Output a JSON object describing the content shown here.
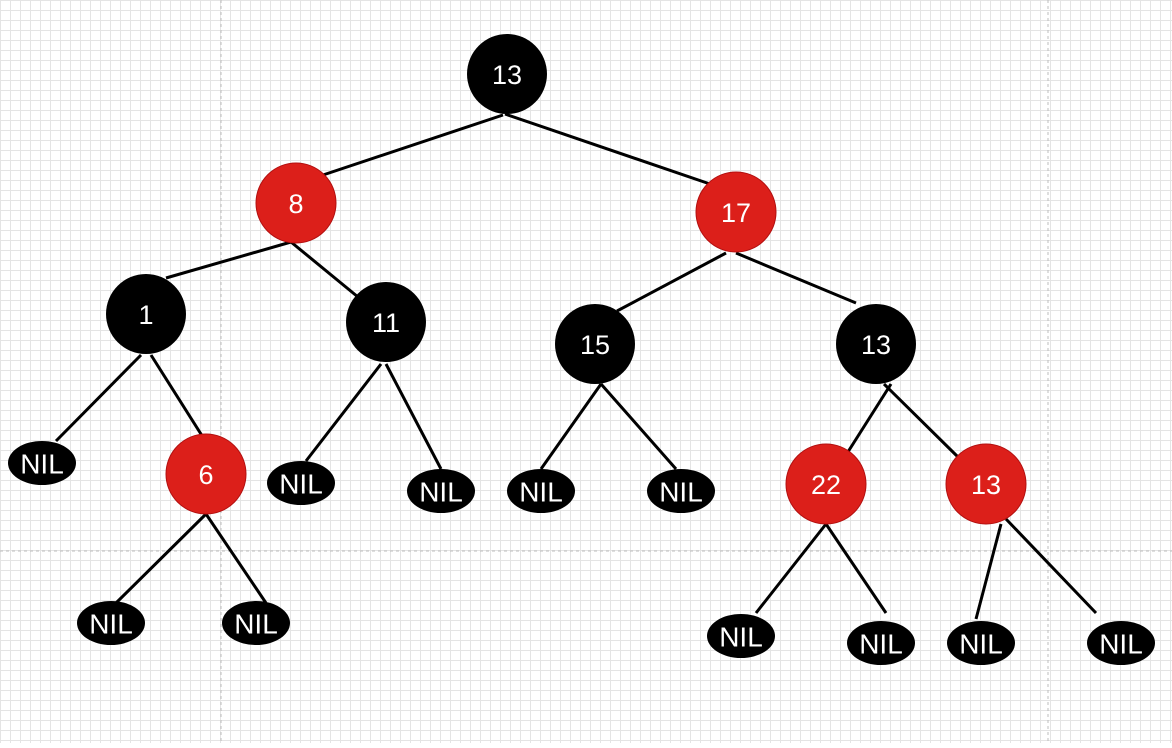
{
  "colors": {
    "black_node": "#000000",
    "red_node": "#dc1f1a",
    "red_node_border": "#b31010",
    "edge": "#000000",
    "label": "#ffffff",
    "grid": "#e4e4e4",
    "guide": "#bdbdbd"
  },
  "tree": {
    "nodes": [
      {
        "id": "n13-root",
        "label": "13",
        "color": "black",
        "kind": "node"
      },
      {
        "id": "n8",
        "label": "8",
        "color": "red",
        "kind": "node"
      },
      {
        "id": "n17",
        "label": "17",
        "color": "red",
        "kind": "node"
      },
      {
        "id": "n1",
        "label": "1",
        "color": "black",
        "kind": "node"
      },
      {
        "id": "n11",
        "label": "11",
        "color": "black",
        "kind": "node"
      },
      {
        "id": "n15",
        "label": "15",
        "color": "black",
        "kind": "node"
      },
      {
        "id": "n13-b",
        "label": "13",
        "color": "black",
        "kind": "node"
      },
      {
        "id": "n6",
        "label": "6",
        "color": "red",
        "kind": "node"
      },
      {
        "id": "n22",
        "label": "22",
        "color": "red",
        "kind": "node"
      },
      {
        "id": "n13-c",
        "label": "13",
        "color": "red",
        "kind": "node"
      },
      {
        "id": "nil-1",
        "label": "NIL",
        "color": "black",
        "kind": "nil"
      },
      {
        "id": "nil-2",
        "label": "NIL",
        "color": "black",
        "kind": "nil"
      },
      {
        "id": "nil-3",
        "label": "NIL",
        "color": "black",
        "kind": "nil"
      },
      {
        "id": "nil-4",
        "label": "NIL",
        "color": "black",
        "kind": "nil"
      },
      {
        "id": "nil-5",
        "label": "NIL",
        "color": "black",
        "kind": "nil"
      },
      {
        "id": "nil-6",
        "label": "NIL",
        "color": "black",
        "kind": "nil"
      },
      {
        "id": "nil-7",
        "label": "NIL",
        "color": "black",
        "kind": "nil"
      },
      {
        "id": "nil-8",
        "label": "NIL",
        "color": "black",
        "kind": "nil"
      },
      {
        "id": "nil-9",
        "label": "NIL",
        "color": "black",
        "kind": "nil"
      },
      {
        "id": "nil-10",
        "label": "NIL",
        "color": "black",
        "kind": "nil"
      },
      {
        "id": "nil-11",
        "label": "NIL",
        "color": "black",
        "kind": "nil"
      }
    ],
    "edges": [
      {
        "from": "n13-root",
        "to": "n8"
      },
      {
        "from": "n13-root",
        "to": "n17"
      },
      {
        "from": "n8",
        "to": "n1"
      },
      {
        "from": "n8",
        "to": "n11"
      },
      {
        "from": "n17",
        "to": "n15"
      },
      {
        "from": "n17",
        "to": "n13-b"
      },
      {
        "from": "n1",
        "to": "nil-1"
      },
      {
        "from": "n1",
        "to": "n6"
      },
      {
        "from": "n11",
        "to": "nil-2"
      },
      {
        "from": "n11",
        "to": "nil-3"
      },
      {
        "from": "n15",
        "to": "nil-4"
      },
      {
        "from": "n15",
        "to": "nil-5"
      },
      {
        "from": "n13-b",
        "to": "n22"
      },
      {
        "from": "n13-b",
        "to": "n13-c"
      },
      {
        "from": "n6",
        "to": "nil-6"
      },
      {
        "from": "n6",
        "to": "nil-7"
      },
      {
        "from": "n22",
        "to": "nil-8"
      },
      {
        "from": "n22",
        "to": "nil-9"
      },
      {
        "from": "n13-c",
        "to": "nil-10"
      },
      {
        "from": "n13-c",
        "to": "nil-11"
      }
    ]
  }
}
